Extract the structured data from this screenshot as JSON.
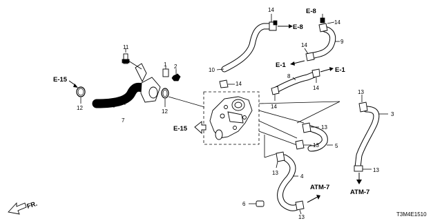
{
  "diagram_code": "T3M4E1510",
  "direction": "FR.",
  "references": {
    "e15_left": "E-15",
    "e15_mid": "E-15",
    "e8_top": "E-8",
    "e8_mid": "E-8",
    "e1_left": "E-1",
    "e1_right": "E-1",
    "atm7_left": "ATM-7",
    "atm7_right": "ATM-7"
  },
  "callouts": {
    "n11": "11",
    "n1": "1",
    "n2": "2",
    "n12a": "12",
    "n7": "7",
    "n12b": "12",
    "n10": "10",
    "n14a": "14",
    "n14b": "14",
    "n14c": "14",
    "n14d": "14",
    "n14e": "14",
    "n14f": "14",
    "n9": "9",
    "n8": "8",
    "n13a": "13",
    "n3": "3",
    "n13b": "13",
    "n5": "5",
    "n13c": "13",
    "n13d": "13",
    "n4": "4",
    "n13e": "13",
    "n6": "6",
    "n13f": "13"
  }
}
